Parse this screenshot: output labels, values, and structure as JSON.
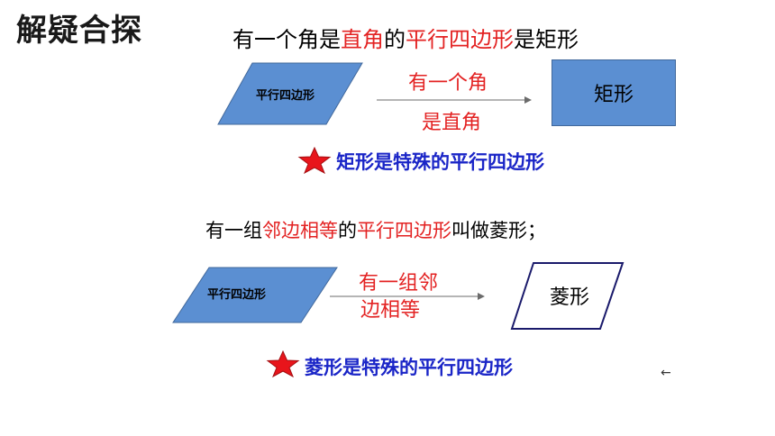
{
  "title": "解疑合探",
  "rectangle_def": {
    "prefix": "有一个角是",
    "red1": "直角",
    "mid": "的",
    "red2": "平行四边形",
    "suffix": "是矩形"
  },
  "diagram1": {
    "source_label": "平行四边形",
    "arrow_top": "有一个角",
    "arrow_bottom": "是直角",
    "target_label": "矩形"
  },
  "conclusion1": "矩形是特殊的平行四边形",
  "rhombus_def": {
    "prefix": "有一组",
    "red1": "邻边相等",
    "mid": "的",
    "red2": "平行四边形",
    "suffix": "叫做菱形；"
  },
  "diagram2": {
    "source_label": "平行四边形",
    "arrow_line1": "有一组邻",
    "arrow_line2": "边相等",
    "target_label": "菱形"
  },
  "conclusion2": "菱形是特殊的平行四边形",
  "mark": "←",
  "colors": {
    "shape_fill": "#5b8fd2",
    "emphasis_red": "#e32222",
    "conclusion_blue": "#1a25c7",
    "star_red": "#e8151b"
  }
}
